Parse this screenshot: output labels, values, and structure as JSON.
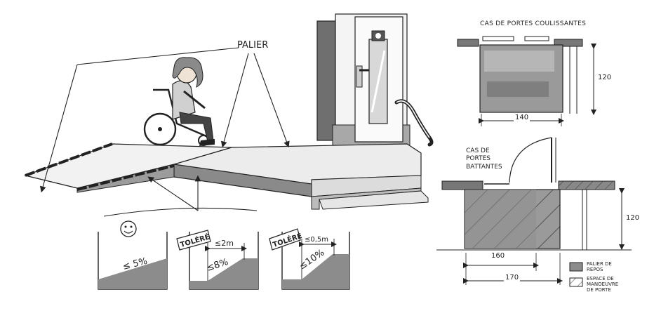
{
  "scene": {
    "landing_label": "PALIER"
  },
  "slopes": [
    {
      "icon": "smiley-icon",
      "tag": "",
      "length": "",
      "slope": "≤ 5%"
    },
    {
      "icon": "",
      "tag": "TOLÉRÉ",
      "length": "≤2m",
      "slope": "≤8%"
    },
    {
      "icon": "",
      "tag": "TOLÉRÉ",
      "length": "≤0,5m",
      "slope": "≤10%"
    }
  ],
  "sliding_doors": {
    "title": "CAS DE PORTES COULISSANTES",
    "depth": "120",
    "width": "140"
  },
  "swing_doors": {
    "title_lines": [
      "CAS DE",
      "PORTES",
      "BATTANTES"
    ],
    "depth": "120",
    "width_inner": "160",
    "width_outer": "170"
  },
  "legend": [
    {
      "swatch": "solid",
      "lines": [
        "PALIER DE",
        "REPOS"
      ]
    },
    {
      "swatch": "hatched",
      "lines": [
        "ESPACE DE",
        "MANOEUVRE",
        "DE PORTE"
      ]
    }
  ],
  "colors": {
    "ink": "#222222",
    "wash": "#8c8c8c",
    "wash_light": "#c4c4c4",
    "paper": "#ffffff"
  }
}
